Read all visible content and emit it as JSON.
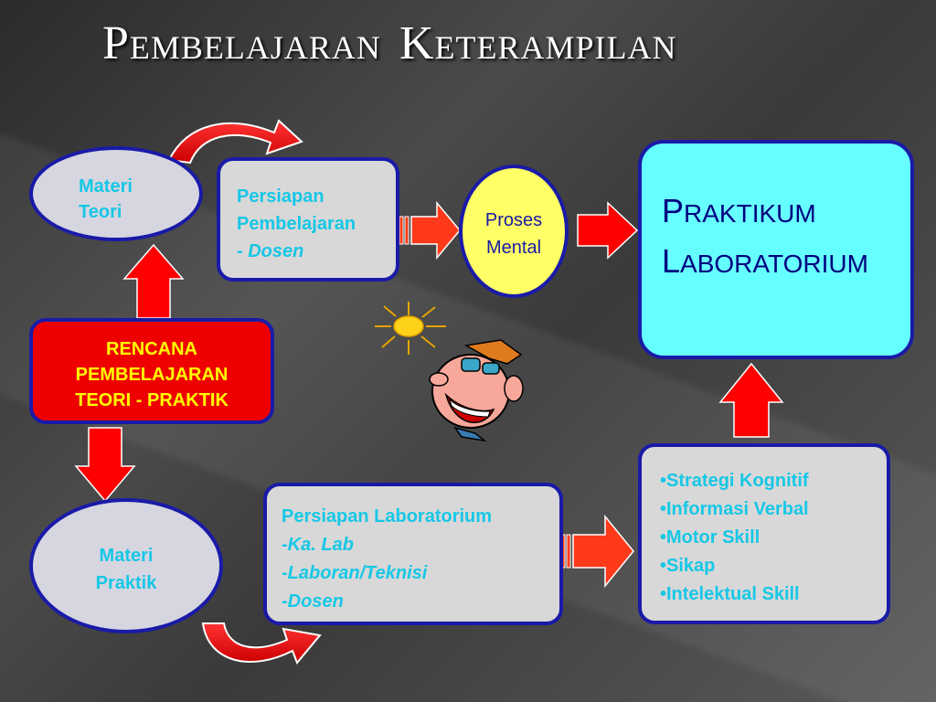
{
  "title": {
    "first_cap": "P",
    "first_rest": "EMBELAJARAN",
    "second_cap": "K",
    "second_rest": "ETERAMPILAN"
  },
  "materi_teori": {
    "line1": "Materi",
    "line2": "Teori"
  },
  "persiapan_pembelajaran": {
    "line1": "Persiapan",
    "line2": "Pembelajaran",
    "line3_prefix": "- ",
    "line3_italic": "Dosen"
  },
  "proses_mental": {
    "line1": "Proses",
    "line2": "Mental"
  },
  "praktikum": {
    "line1_cap": "P",
    "line1_rest": "RAKTIKUM",
    "line2_cap": "L",
    "line2_rest": "ABORATORIUM"
  },
  "rencana": {
    "line1": "RENCANA",
    "line2": "PEMBELAJARAN",
    "line3": "TEORI - PRAKTIK"
  },
  "materi_praktik": {
    "line1": "Materi",
    "line2": "Praktik"
  },
  "persiapan_lab": {
    "line1": "Persiapan Laboratorium",
    "items": [
      "Ka. Lab",
      "Laboran/Teknisi",
      "Dosen"
    ],
    "bullet": "-"
  },
  "skills": [
    "•Strategi Kognitif",
    "•Informasi Verbal",
    "•Motor Skill",
    "•Sikap",
    "•Intelektual Skill"
  ],
  "colors": {
    "border": "#1a1aa8",
    "cyan_text": "#16c7e6",
    "red": "#ff0000",
    "praktikum_bg": "#66ffff",
    "proses_bg": "#ffff66",
    "rencana_bg": "#ee0000",
    "rencana_text": "#ffff00"
  }
}
